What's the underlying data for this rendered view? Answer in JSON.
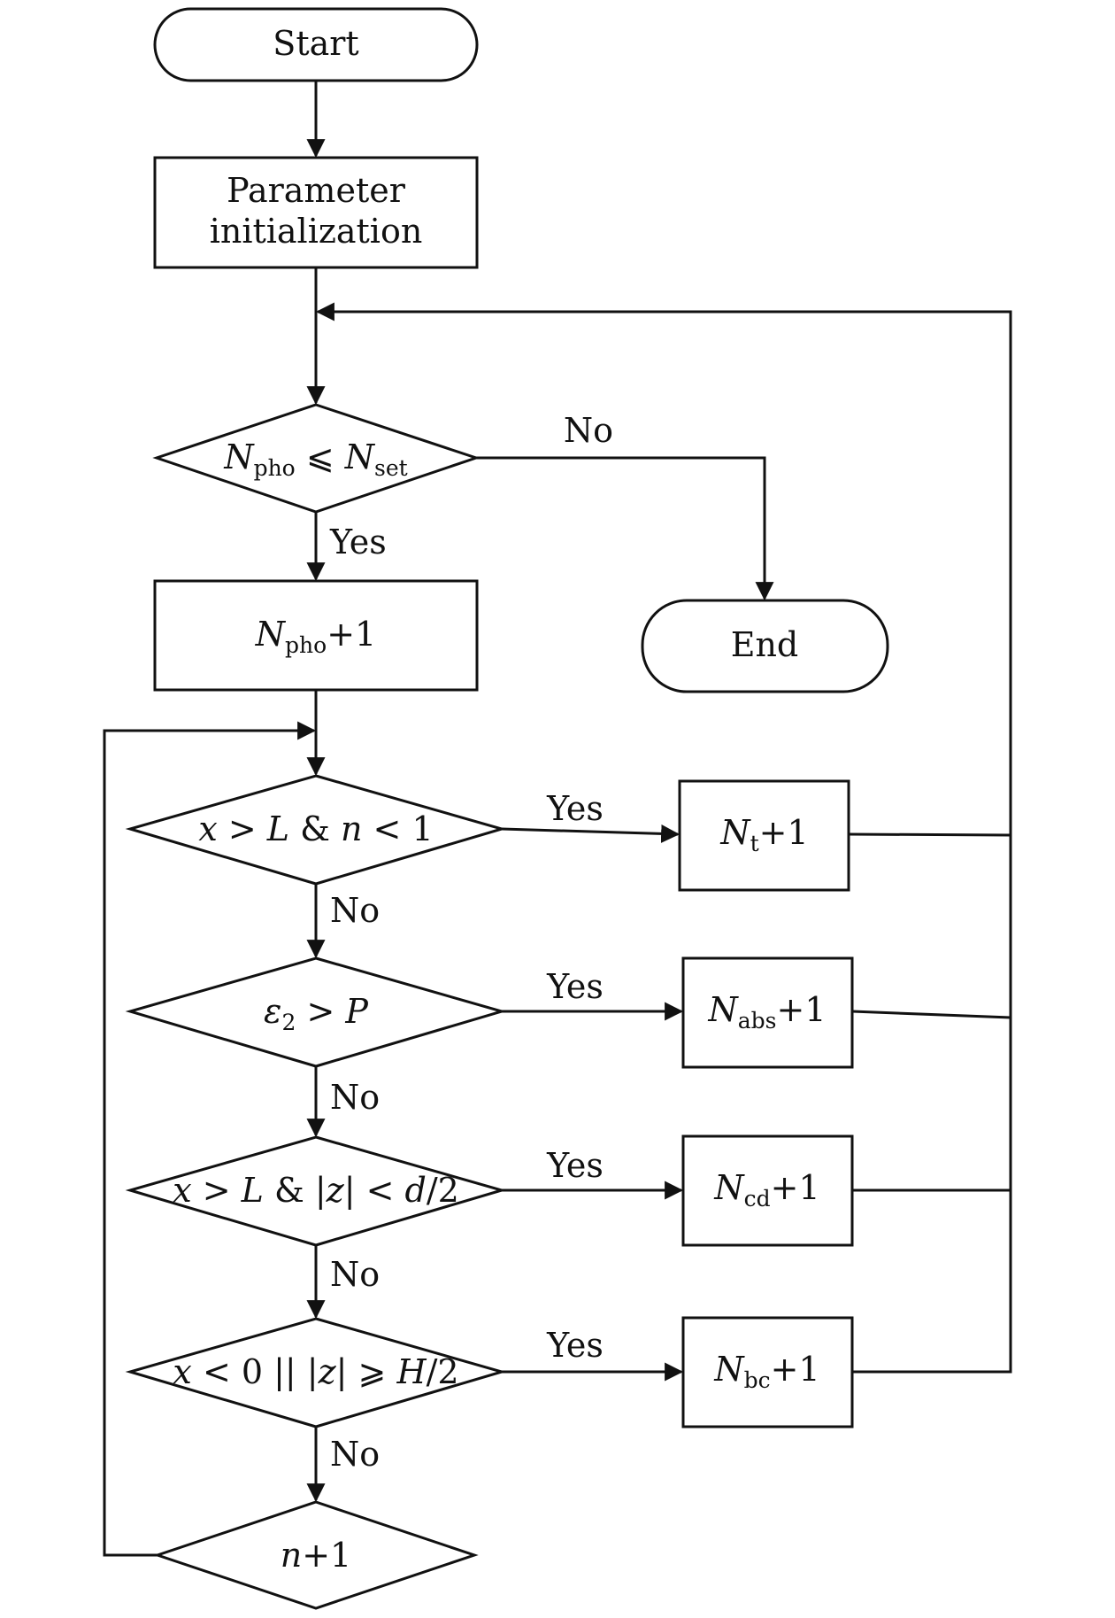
{
  "nodes": {
    "start": "Start",
    "init_line1": "Parameter",
    "init_line2": "initialization",
    "cond_main": {
      "a": "N",
      "a_sub": "pho",
      "op": " ⩽ ",
      "b": "N",
      "b_sub": "set"
    },
    "inc_pho": {
      "a": "N",
      "a_sub": "pho",
      "tail": "+1"
    },
    "end": "End",
    "cond_transmit": {
      "x": "x",
      "gt": " > ",
      "L": "L",
      "amp": " & ",
      "n": "n",
      "lt": " < 1"
    },
    "cond_absorb": {
      "eps": "ε",
      "sub": "2",
      "gt": " > ",
      "P": "P"
    },
    "cond_collect": {
      "x": "x",
      "gt": " > ",
      "L": "L",
      "amp": " & |",
      "z": "z",
      "rest": "| < ",
      "d": "d",
      "tail": "/2"
    },
    "cond_boundary": {
      "x": "x",
      "lt": " < 0 || |",
      "z": "z",
      "ge": "| ⩾ ",
      "H": "H",
      "tail": "/2"
    },
    "inc_n": {
      "n": "n",
      "tail": "+1"
    },
    "inc_t": {
      "a": "N",
      "sub": "t",
      "tail": "+1"
    },
    "inc_abs": {
      "a": "N",
      "sub": "abs",
      "tail": "+1"
    },
    "inc_cd": {
      "a": "N",
      "sub": "cd",
      "tail": "+1"
    },
    "inc_bc": {
      "a": "N",
      "sub": "bc",
      "tail": "+1"
    }
  },
  "edge_labels": {
    "main_no": "No",
    "main_yes": "Yes",
    "transmit_yes": "Yes",
    "transmit_no": "No",
    "absorb_yes": "Yes",
    "absorb_no": "No",
    "collect_yes": "Yes",
    "collect_no": "No",
    "boundary_yes": "Yes",
    "boundary_no": "No"
  }
}
